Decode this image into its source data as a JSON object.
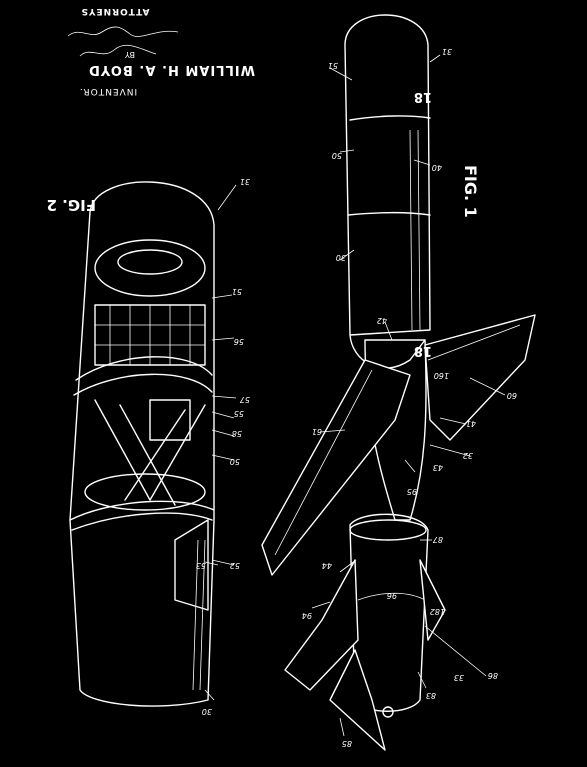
{
  "inventor_name": "WILLIAM H. A. BOYD",
  "inventor_label": "INVENTOR.",
  "by_label": "BY",
  "attorneys_label": "ATTORNEYS",
  "fig1_title": "FIG. 1",
  "fig2_title": "FIG. 2",
  "fig1_refs": [
    "31",
    "51",
    "18",
    "50",
    "40",
    "30",
    "42",
    "18",
    "160",
    "60",
    "61",
    "41",
    "32",
    "43",
    "95",
    "87",
    "44",
    "96",
    "182",
    "94",
    "33",
    "86",
    "83",
    "85"
  ],
  "fig2_refs": [
    "31",
    "51",
    "56",
    "57",
    "55",
    "58",
    "50",
    "52",
    "53",
    "30"
  ]
}
